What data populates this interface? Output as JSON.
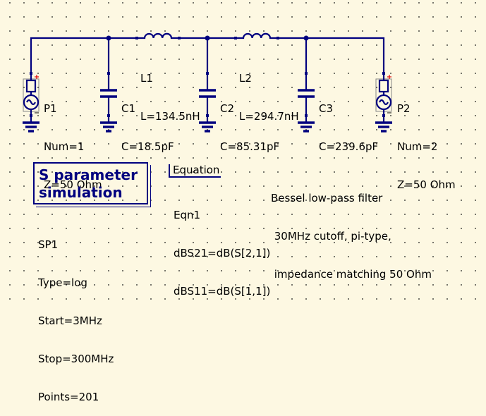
{
  "schematic": {
    "ports": [
      {
        "id": "P1",
        "lines": [
          "P1",
          "Num=1",
          "Z=50 Ohm"
        ]
      },
      {
        "id": "P2",
        "lines": [
          "P2",
          "Num=2",
          "Z=50 Ohm"
        ]
      }
    ],
    "capacitors": [
      {
        "id": "C1",
        "lines": [
          "C1",
          "C=18.5pF"
        ]
      },
      {
        "id": "C2",
        "lines": [
          "C2",
          "C=85.31pF"
        ]
      },
      {
        "id": "C3",
        "lines": [
          "C3",
          "C=239.6pF"
        ]
      }
    ],
    "inductors": [
      {
        "id": "L1",
        "lines": [
          "L1",
          "L=134.5nH"
        ]
      },
      {
        "id": "L2",
        "lines": [
          "L2",
          "L=294.7nH"
        ]
      }
    ],
    "colors": {
      "wire": "#00007f",
      "background": "#fdf8e2",
      "port_plus": "#e00000"
    }
  },
  "simulation": {
    "title_lines": [
      "S parameter",
      "simulation"
    ],
    "params": [
      "SP1",
      "Type=log",
      "Start=3MHz",
      "Stop=300MHz",
      "Points=201"
    ]
  },
  "equation": {
    "title": "Equation",
    "lines": [
      "Eqn1",
      "dBS21=dB(S[2,1])",
      "dBS11=dB(S[1,1])"
    ]
  },
  "note": {
    "lines": [
      "Bessel low-pass filter",
      " 30MHz cutoff, pi-type,",
      " impedance matching 50 Ohm"
    ]
  }
}
